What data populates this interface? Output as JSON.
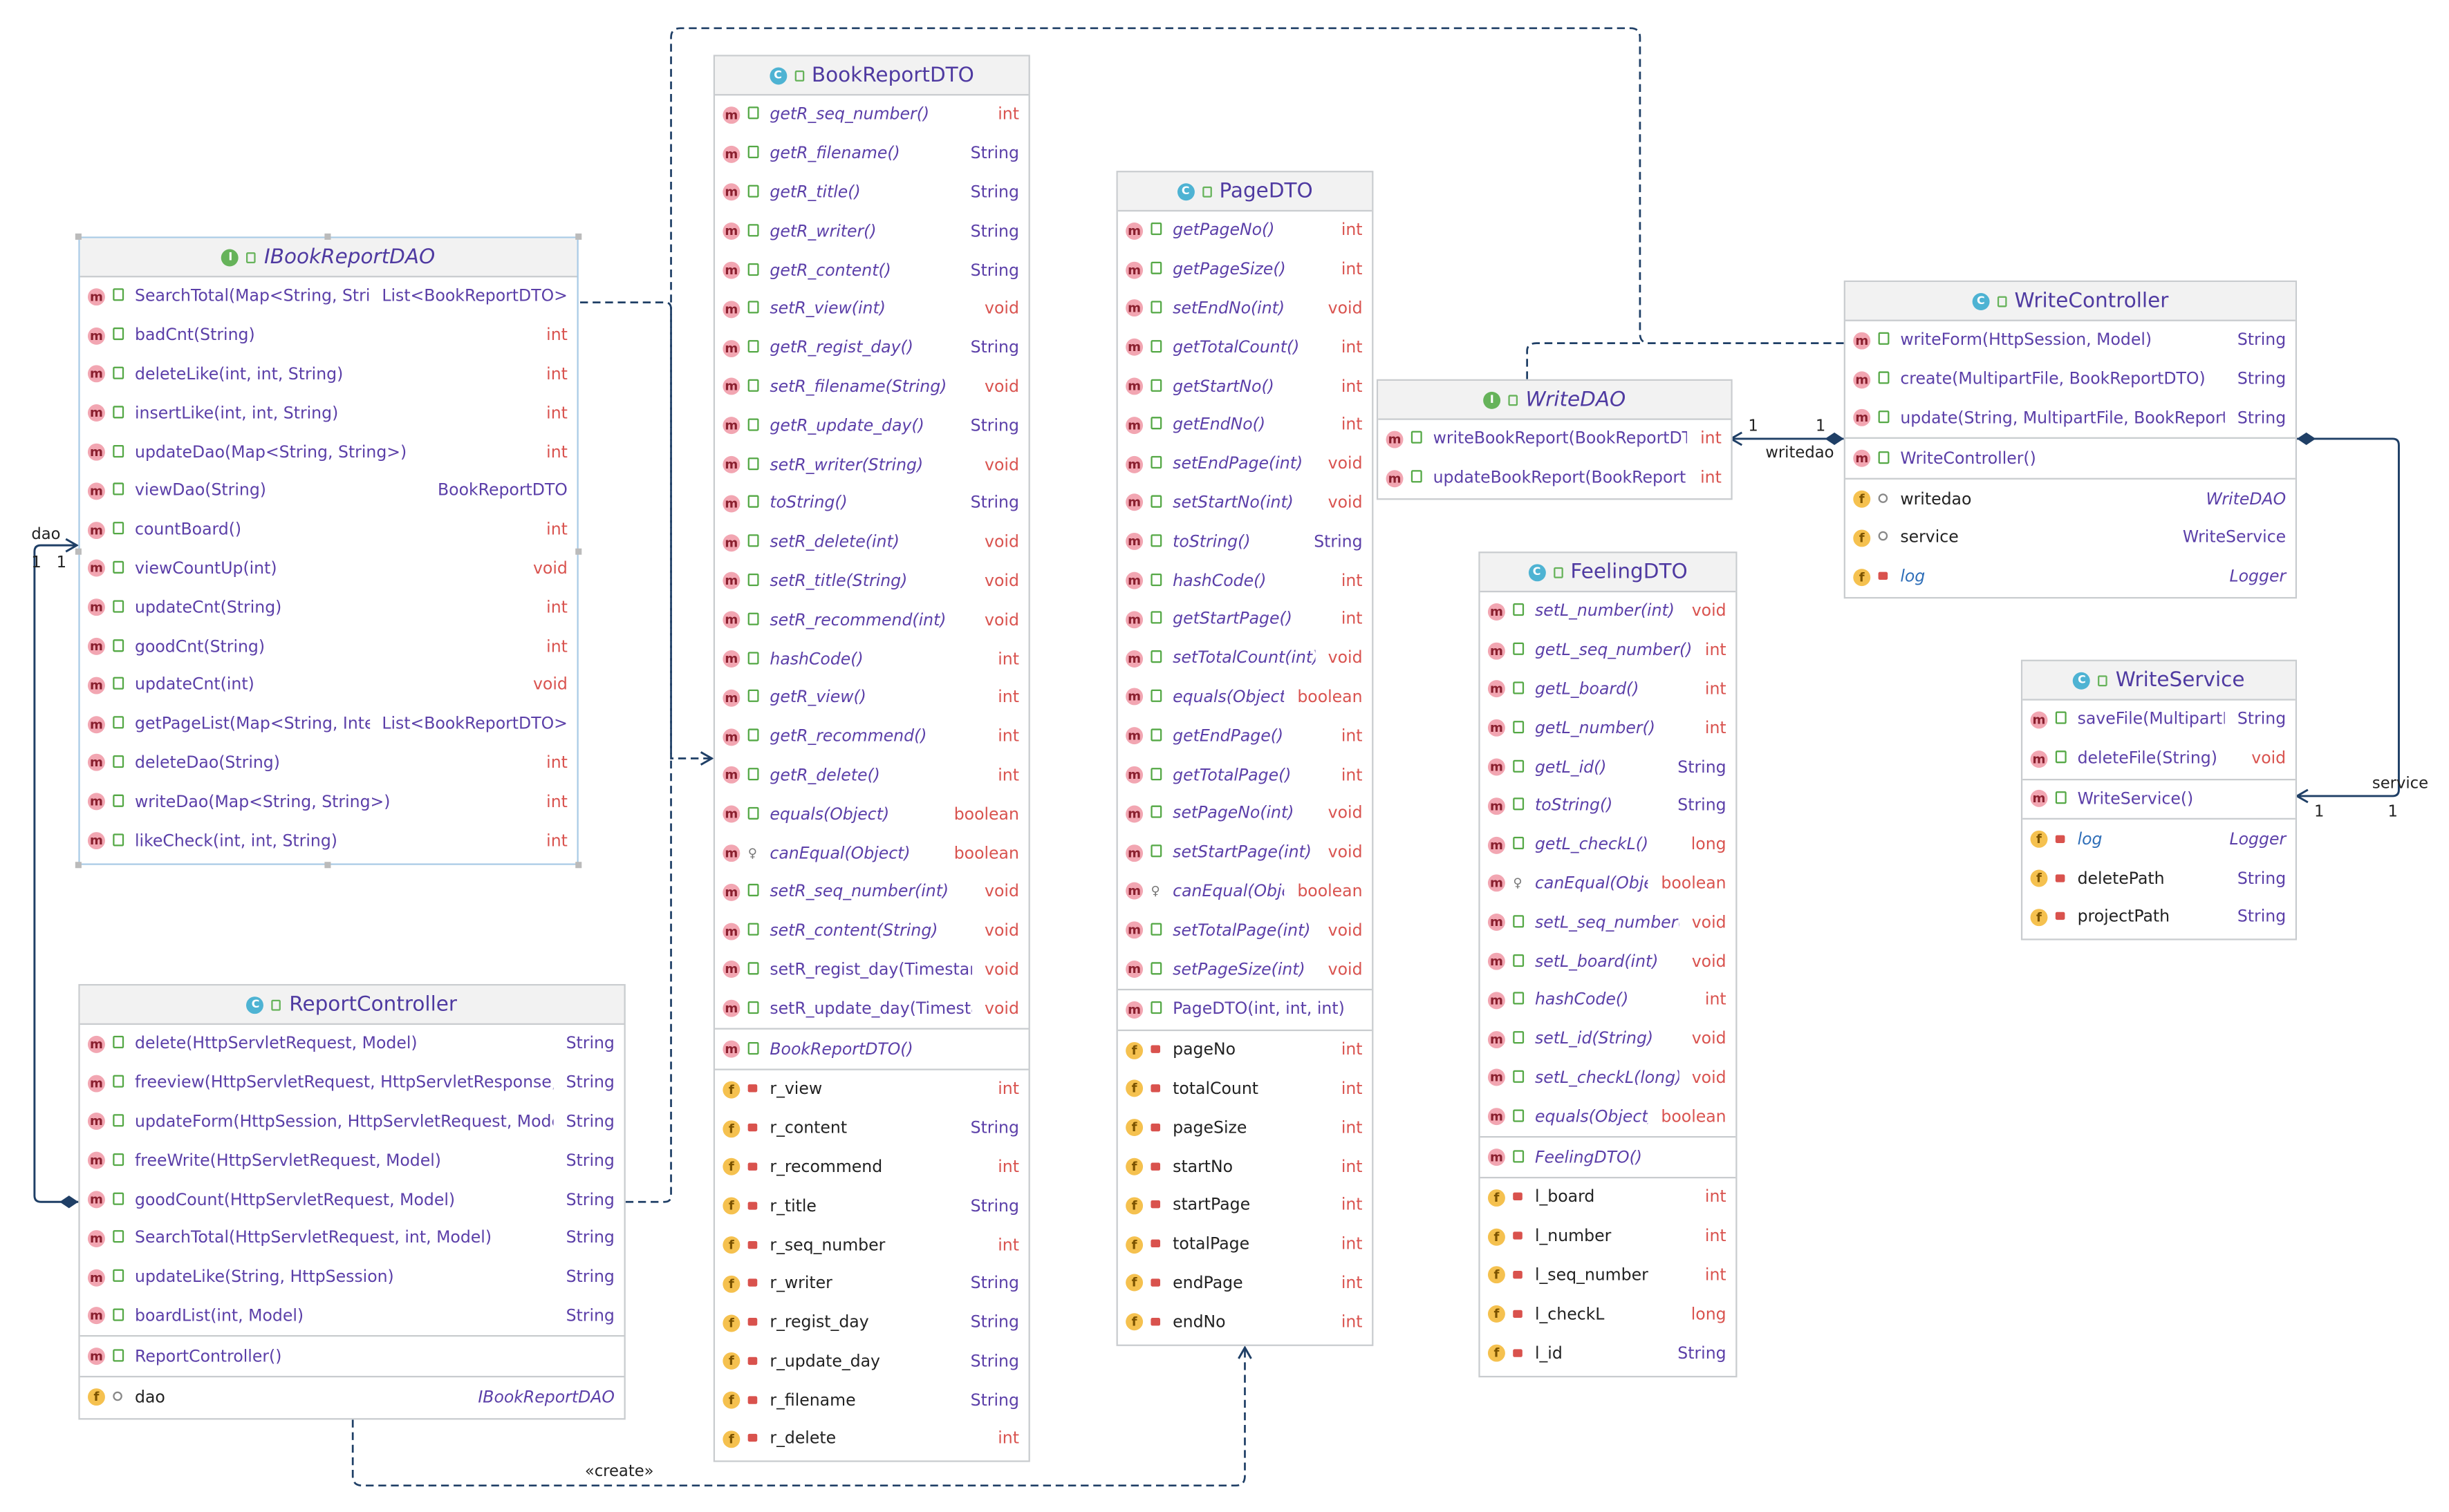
{
  "classes": {
    "ibookreportdao": {
      "name": "IBookReportDAO",
      "kind": "interface",
      "members": [
        {
          "name": "SearchTotal(Map<String, String>)",
          "type": "List<BookReportDTO>"
        },
        {
          "name": "badCnt(String)",
          "type": "int"
        },
        {
          "name": "deleteLike(int, int, String)",
          "type": "int"
        },
        {
          "name": "insertLike(int, int, String)",
          "type": "int"
        },
        {
          "name": "updateDao(Map<String, String>)",
          "type": "int"
        },
        {
          "name": "viewDao(String)",
          "type": "BookReportDTO"
        },
        {
          "name": "countBoard()",
          "type": "int"
        },
        {
          "name": "viewCountUp(int)",
          "type": "void"
        },
        {
          "name": "updateCnt(String)",
          "type": "int"
        },
        {
          "name": "goodCnt(String)",
          "type": "int"
        },
        {
          "name": "updateCnt(int)",
          "type": "void"
        },
        {
          "name": "getPageList(Map<String, Integer>)",
          "type": "List<BookReportDTO>"
        },
        {
          "name": "deleteDao(String)",
          "type": "int"
        },
        {
          "name": "writeDao(Map<String, String>)",
          "type": "int"
        },
        {
          "name": "likeCheck(int, int, String)",
          "type": "int"
        }
      ]
    },
    "reportcontroller": {
      "name": "ReportController",
      "kind": "class",
      "methods": [
        {
          "name": "delete(HttpServletRequest, Model)",
          "type": "String"
        },
        {
          "name": "freeview(HttpServletRequest, HttpServletResponse, Model)",
          "type": "String"
        },
        {
          "name": "updateForm(HttpSession, HttpServletRequest, Model)",
          "type": "String"
        },
        {
          "name": "freeWrite(HttpServletRequest, Model)",
          "type": "String"
        },
        {
          "name": "goodCount(HttpServletRequest, Model)",
          "type": "String"
        },
        {
          "name": "SearchTotal(HttpServletRequest, int, Model)",
          "type": "String"
        },
        {
          "name": "updateLike(String, HttpSession)",
          "type": "String"
        },
        {
          "name": "boardList(int, Model)",
          "type": "String"
        }
      ],
      "constructors": [
        {
          "name": "ReportController()",
          "type": ""
        }
      ],
      "fields": [
        {
          "name": "dao",
          "type": "IBookReportDAO"
        }
      ]
    },
    "bookreportdto": {
      "name": "BookReportDTO",
      "kind": "class",
      "methods": [
        {
          "name": "getR_seq_number()",
          "type": "int"
        },
        {
          "name": "getR_filename()",
          "type": "String"
        },
        {
          "name": "getR_title()",
          "type": "String"
        },
        {
          "name": "getR_writer()",
          "type": "String"
        },
        {
          "name": "getR_content()",
          "type": "String"
        },
        {
          "name": "setR_view(int)",
          "type": "void"
        },
        {
          "name": "getR_regist_day()",
          "type": "String"
        },
        {
          "name": "setR_filename(String)",
          "type": "void"
        },
        {
          "name": "getR_update_day()",
          "type": "String"
        },
        {
          "name": "setR_writer(String)",
          "type": "void"
        },
        {
          "name": "toString()",
          "type": "String"
        },
        {
          "name": "setR_delete(int)",
          "type": "void"
        },
        {
          "name": "setR_title(String)",
          "type": "void"
        },
        {
          "name": "setR_recommend(int)",
          "type": "void"
        },
        {
          "name": "hashCode()",
          "type": "int"
        },
        {
          "name": "getR_view()",
          "type": "int"
        },
        {
          "name": "getR_recommend()",
          "type": "int"
        },
        {
          "name": "getR_delete()",
          "type": "int"
        },
        {
          "name": "equals(Object)",
          "type": "boolean"
        },
        {
          "name": "canEqual(Object)",
          "type": "boolean"
        },
        {
          "name": "setR_seq_number(int)",
          "type": "void"
        },
        {
          "name": "setR_content(String)",
          "type": "void"
        },
        {
          "name": "setR_regist_day(Timestamp)",
          "type": "void"
        },
        {
          "name": "setR_update_day(Timestamp)",
          "type": "void"
        }
      ],
      "constructors": [
        {
          "name": "BookReportDTO()",
          "type": ""
        }
      ],
      "fields": [
        {
          "name": "r_view",
          "type": "int"
        },
        {
          "name": "r_content",
          "type": "String"
        },
        {
          "name": "r_recommend",
          "type": "int"
        },
        {
          "name": "r_title",
          "type": "String"
        },
        {
          "name": "r_seq_number",
          "type": "int"
        },
        {
          "name": "r_writer",
          "type": "String"
        },
        {
          "name": "r_regist_day",
          "type": "String"
        },
        {
          "name": "r_update_day",
          "type": "String"
        },
        {
          "name": "r_filename",
          "type": "String"
        },
        {
          "name": "r_delete",
          "type": "int"
        }
      ]
    },
    "pagedto": {
      "name": "PageDTO",
      "kind": "class",
      "methods": [
        {
          "name": "getPageNo()",
          "type": "int"
        },
        {
          "name": "getPageSize()",
          "type": "int"
        },
        {
          "name": "setEndNo(int)",
          "type": "void"
        },
        {
          "name": "getTotalCount()",
          "type": "int"
        },
        {
          "name": "getStartNo()",
          "type": "int"
        },
        {
          "name": "getEndNo()",
          "type": "int"
        },
        {
          "name": "setEndPage(int)",
          "type": "void"
        },
        {
          "name": "setStartNo(int)",
          "type": "void"
        },
        {
          "name": "toString()",
          "type": "String"
        },
        {
          "name": "hashCode()",
          "type": "int"
        },
        {
          "name": "getStartPage()",
          "type": "int"
        },
        {
          "name": "setTotalCount(int)",
          "type": "void"
        },
        {
          "name": "equals(Object)",
          "type": "boolean"
        },
        {
          "name": "getEndPage()",
          "type": "int"
        },
        {
          "name": "getTotalPage()",
          "type": "int"
        },
        {
          "name": "setPageNo(int)",
          "type": "void"
        },
        {
          "name": "setStartPage(int)",
          "type": "void"
        },
        {
          "name": "canEqual(Object)",
          "type": "boolean"
        },
        {
          "name": "setTotalPage(int)",
          "type": "void"
        },
        {
          "name": "setPageSize(int)",
          "type": "void"
        }
      ],
      "constructors": [
        {
          "name": "PageDTO(int, int, int)",
          "type": ""
        }
      ],
      "fields": [
        {
          "name": "pageNo",
          "type": "int"
        },
        {
          "name": "totalCount",
          "type": "int"
        },
        {
          "name": "pageSize",
          "type": "int"
        },
        {
          "name": "startNo",
          "type": "int"
        },
        {
          "name": "startPage",
          "type": "int"
        },
        {
          "name": "totalPage",
          "type": "int"
        },
        {
          "name": "endPage",
          "type": "int"
        },
        {
          "name": "endNo",
          "type": "int"
        }
      ]
    },
    "writedao": {
      "name": "WriteDAO",
      "kind": "interface",
      "members": [
        {
          "name": "writeBookReport(BookReportDTO)",
          "type": "int"
        },
        {
          "name": "updateBookReport(BookReportDTO)",
          "type": "int"
        }
      ]
    },
    "feelingdto": {
      "name": "FeelingDTO",
      "kind": "class",
      "methods": [
        {
          "name": "setL_number(int)",
          "type": "void"
        },
        {
          "name": "getL_seq_number()",
          "type": "int"
        },
        {
          "name": "getL_board()",
          "type": "int"
        },
        {
          "name": "getL_number()",
          "type": "int"
        },
        {
          "name": "getL_id()",
          "type": "String"
        },
        {
          "name": "toString()",
          "type": "String"
        },
        {
          "name": "getL_checkL()",
          "type": "long"
        },
        {
          "name": "canEqual(Object)",
          "type": "boolean"
        },
        {
          "name": "setL_seq_number(int)",
          "type": "void"
        },
        {
          "name": "setL_board(int)",
          "type": "void"
        },
        {
          "name": "hashCode()",
          "type": "int"
        },
        {
          "name": "setL_id(String)",
          "type": "void"
        },
        {
          "name": "setL_checkL(long)",
          "type": "void"
        },
        {
          "name": "equals(Object)",
          "type": "boolean"
        }
      ],
      "constructors": [
        {
          "name": "FeelingDTO()",
          "type": ""
        }
      ],
      "fields": [
        {
          "name": "l_board",
          "type": "int"
        },
        {
          "name": "l_number",
          "type": "int"
        },
        {
          "name": "l_seq_number",
          "type": "int"
        },
        {
          "name": "l_checkL",
          "type": "long"
        },
        {
          "name": "l_id",
          "type": "String"
        }
      ]
    },
    "writecontroller": {
      "name": "WriteController",
      "kind": "class",
      "methods": [
        {
          "name": "writeForm(HttpSession, Model)",
          "type": "String"
        },
        {
          "name": "create(MultipartFile, BookReportDTO)",
          "type": "String"
        },
        {
          "name": "update(String, MultipartFile, BookReportDTO)",
          "type": "String"
        }
      ],
      "constructors": [
        {
          "name": "WriteController()",
          "type": ""
        }
      ],
      "fields": [
        {
          "name": "writedao",
          "type": "WriteDAO"
        },
        {
          "name": "service",
          "type": "WriteService"
        },
        {
          "name": "log",
          "type": "Logger"
        }
      ]
    },
    "writeservice": {
      "name": "WriteService",
      "kind": "class",
      "methods": [
        {
          "name": "saveFile(MultipartFile)",
          "type": "String"
        },
        {
          "name": "deleteFile(String)",
          "type": "void"
        }
      ],
      "constructors": [
        {
          "name": "WriteService()",
          "type": ""
        }
      ],
      "fields": [
        {
          "name": "log",
          "type": "Logger"
        },
        {
          "name": "deletePath",
          "type": "String"
        },
        {
          "name": "projectPath",
          "type": "String"
        }
      ]
    }
  },
  "edge_labels": {
    "dao_role": "dao",
    "dao_mult_a": "1",
    "dao_mult_b": "1",
    "writedao_role": "writedao",
    "writedao_mult_a": "1",
    "writedao_mult_b": "1",
    "service_role": "service",
    "service_mult_a": "1",
    "service_mult_b": "1",
    "create_stereotype": "«create»"
  },
  "colors": {
    "method_name": "#5b3fa8",
    "primitive_type": "#d9534f",
    "class_header": "#f2f2f2",
    "edge": "#1f3f66",
    "class_icon": "#4eb3d3",
    "interface_icon": "#66b35a",
    "method_icon": "#f2a6b2",
    "field_icon": "#f5c14f"
  }
}
